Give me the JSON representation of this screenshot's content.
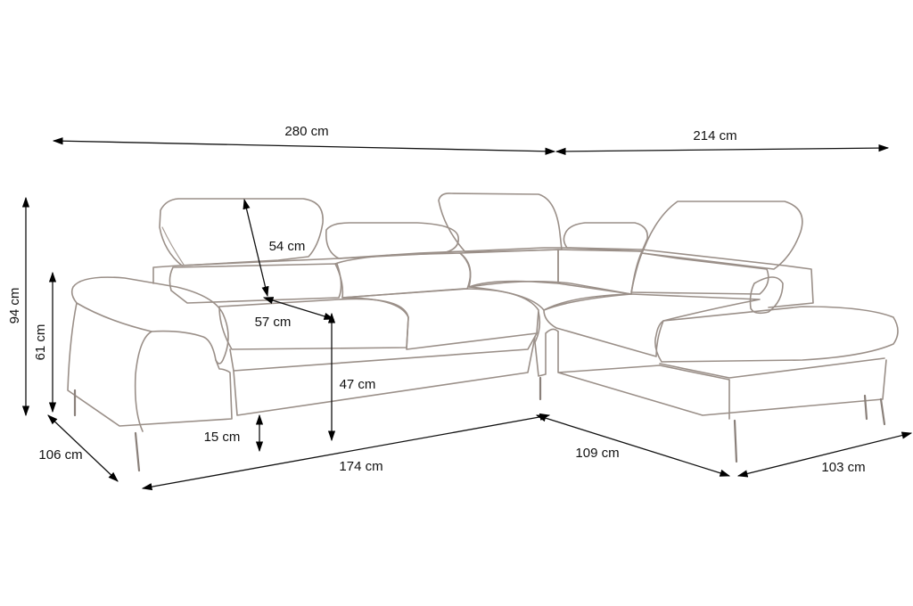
{
  "dimensions": {
    "total_width": "280 cm",
    "chaise_width": "214 cm",
    "total_height": "94 cm",
    "armrest_height": "61 cm",
    "depth": "106 cm",
    "headrest_height": "54 cm",
    "seat_depth": "57 cm",
    "seat_height": "47 cm",
    "leg_height": "15 cm",
    "main_length": "174 cm",
    "corner_depth": "109 cm",
    "chaise_depth": "103 cm"
  }
}
